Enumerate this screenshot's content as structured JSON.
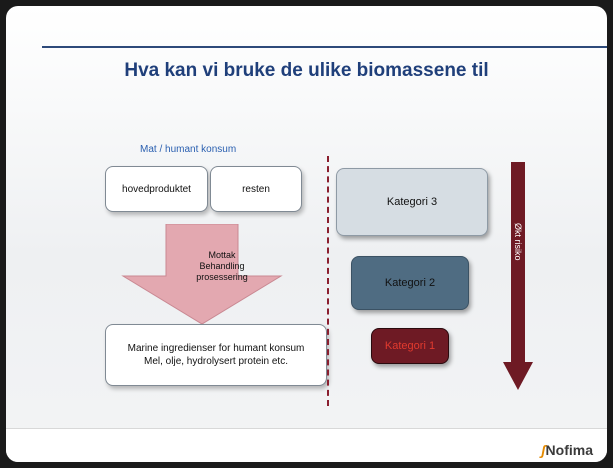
{
  "slide": {
    "title": "Hva kan vi bruke de ulike biomassene til",
    "caption": "Mat / humant konsum",
    "left_boxes": {
      "main_product": "hovedproduktet",
      "rest": "resten"
    },
    "process_arrow": {
      "lines": [
        "Mottak",
        "Behandling",
        "prosessering"
      ]
    },
    "bottom_box": {
      "line1": "Marine ingredienser for humant konsum",
      "line2": "Mel, olje, hydrolysert protein etc."
    },
    "categories": [
      {
        "label": "Kategori 3",
        "fill": "#d6dde3",
        "text_color": "#111111"
      },
      {
        "label": "Kategori 2",
        "fill": "#4f6c82",
        "text_color": "#111111"
      },
      {
        "label": "Kategori 1",
        "fill": "#6e1a24",
        "text_color": "#e23a2e"
      }
    ],
    "risk_label": "Økt risiko",
    "logo": "Nofima",
    "colors": {
      "title": "#1f3f7a",
      "rule": "#2d4a7a",
      "arrow_pink": "#e3a8b0",
      "risk_bar": "#6e1a24",
      "dash": "#8a1f2f",
      "logo_mark": "#e58a00"
    }
  }
}
